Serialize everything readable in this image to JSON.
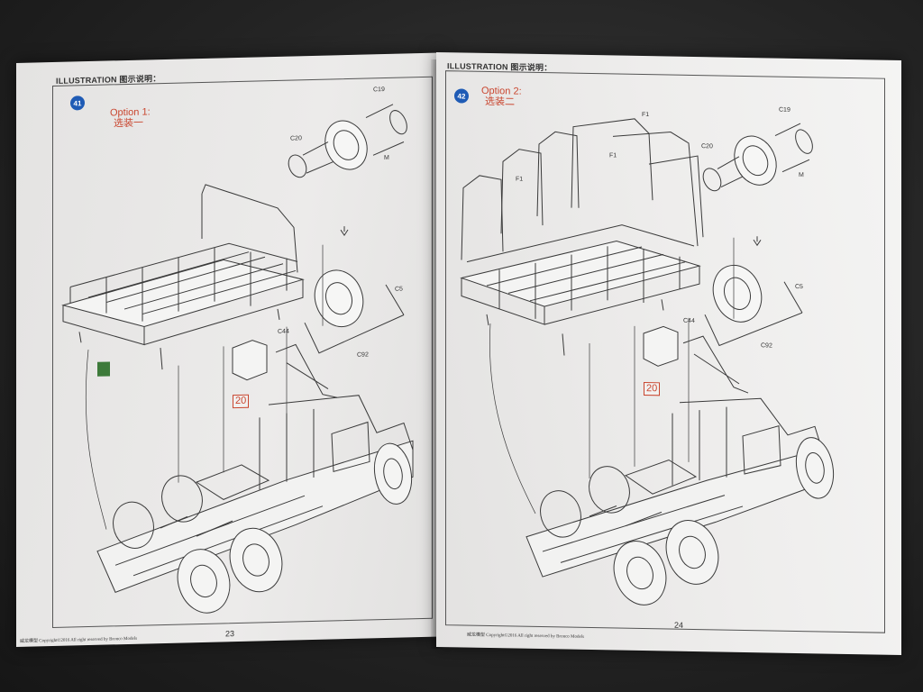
{
  "left_page": {
    "header": "ILLUSTRATION 图示说明：",
    "step": "41",
    "option_line1": "Option 1:",
    "option_line2": "选装一",
    "part_labels": {
      "c19": "C19",
      "c20": "C20",
      "m": "M",
      "c5": "C5",
      "c44": "C44",
      "c92": "C92"
    },
    "ref_box": "20",
    "page_number": "23",
    "copyright": "威龙模型  Copyright©2016  All right reserved by Bronco Models"
  },
  "right_page": {
    "header": "ILLUSTRATION 图示说明：",
    "step": "42",
    "option_line1": "Option 2:",
    "option_line2": "选装二",
    "part_labels": {
      "c19": "C19",
      "c20": "C20",
      "m": "M",
      "c5": "C5",
      "c44": "C44",
      "c92": "C92",
      "f1": "F1"
    },
    "ref_box": "20",
    "page_number": "24",
    "copyright": "威龙模型  Copyright©2016  All right reserved by Bronco Models"
  },
  "colors": {
    "step_badge": "#1f5bb5",
    "option_text": "#c9452e",
    "line_art": "#3a3a3a",
    "paper": "#ecebea"
  }
}
